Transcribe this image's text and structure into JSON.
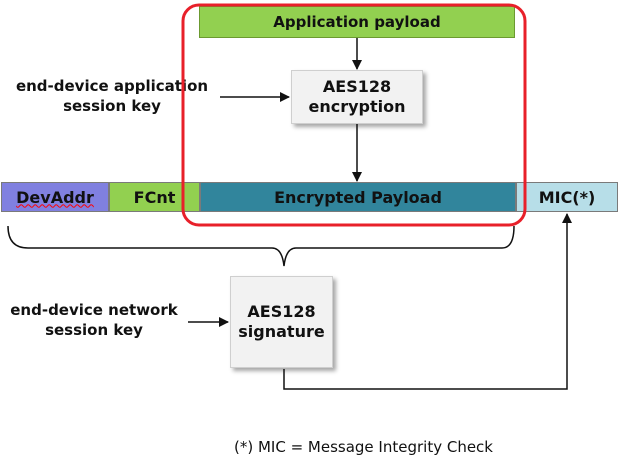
{
  "diagram": {
    "application_payload": "Application payload",
    "aes_encryption": {
      "line1": "AES128",
      "line2": "encryption"
    },
    "aes_signature": {
      "line1": "AES128",
      "line2": "signature"
    },
    "app_session_key": {
      "line1": "end-device application",
      "line2": "session key"
    },
    "net_session_key": {
      "line1": "end-device network",
      "line2": "session key"
    },
    "frame": {
      "devaddr": "DevAddr",
      "fcnt": "FCnt",
      "encrypted_payload": "Encrypted Payload",
      "mic": "MIC(*)"
    },
    "footnote": "(*) MIC = Message Integrity Check"
  },
  "colors": {
    "application_payload": "#92d050",
    "devaddr": "#8080e0",
    "fcnt": "#92d050",
    "encrypted_payload": "#31859c",
    "mic": "#b7dee8",
    "highlight_frame": "#e8202a",
    "aes_box": "#f2f2f2"
  }
}
